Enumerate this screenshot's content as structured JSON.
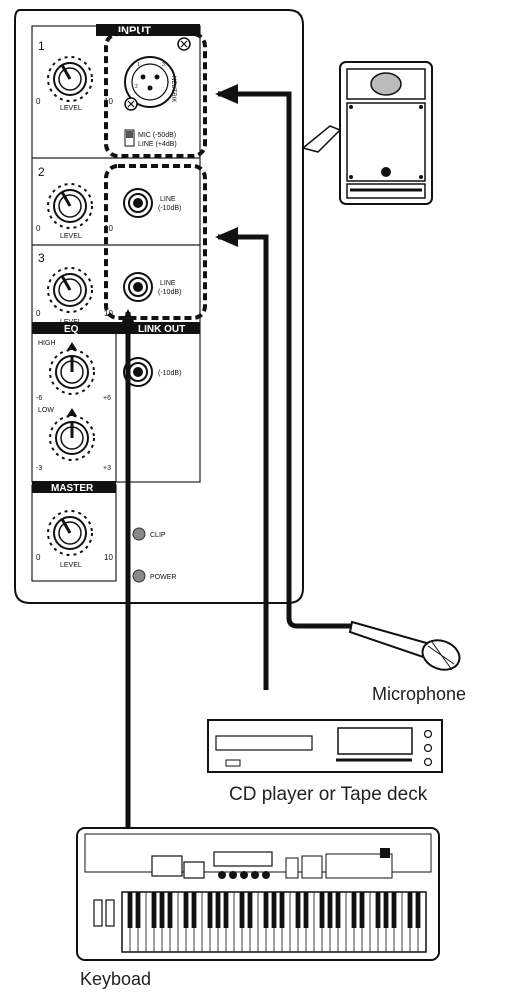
{
  "mixer": {
    "input_header": "INPUT",
    "ch1": {
      "number": "1",
      "level": "LEVEL",
      "min": "0",
      "max": "10",
      "xlr_label": "NEUTRIK",
      "pin1": "1",
      "pin2": "2",
      "pin3": "3",
      "switch_line1": "MIC (-50dB)",
      "switch_line2": "LINE (+4dB)"
    },
    "ch2": {
      "number": "2",
      "level": "LEVEL",
      "min": "0",
      "max": "10",
      "jack_line1": "LINE",
      "jack_line2": "(-10dB)"
    },
    "ch3": {
      "number": "3",
      "level": "LEVEL",
      "min": "0",
      "max": "10",
      "jack_line1": "LINE",
      "jack_line2": "(-10dB)"
    },
    "eq_header": "EQ",
    "link_out_header": "LINK OUT",
    "link_out_level": "(-10dB)",
    "eq_high": "HIGH",
    "eq_high_min": "-6",
    "eq_high_max": "+6",
    "eq_low": "LOW",
    "eq_low_min": "-3",
    "eq_low_max": "+3",
    "master_header": "MASTER",
    "master_level": "LEVEL",
    "master_min": "0",
    "master_max": "10",
    "clip_label": "CLIP",
    "power_label": "POWER"
  },
  "devices": {
    "microphone": "Microphone",
    "cd_player": "CD player or Tape deck",
    "keyboard": "Keyboad"
  },
  "colors": {
    "line": "#111111",
    "panel_fill": "#ffffff",
    "header_fill": "#111111"
  }
}
